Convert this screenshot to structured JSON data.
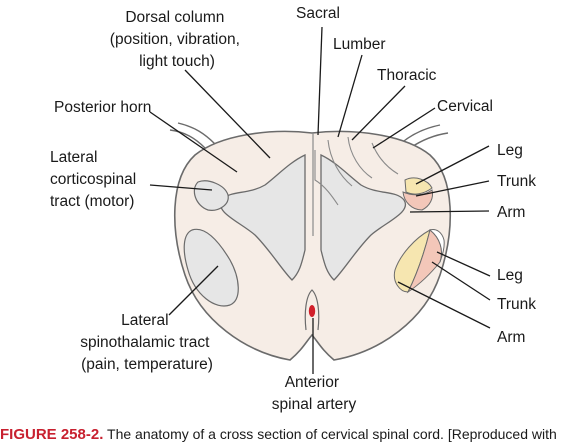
{
  "labels": {
    "dorsal_column": [
      "Dorsal column",
      "(position, vibration,",
      "light touch)"
    ],
    "sacral": "Sacral",
    "lumber": "Lumber",
    "thoracic": "Thoracic",
    "cervical": "Cervical",
    "posterior_horn": "Posterior horn",
    "lateral_corticospinal": [
      "Lateral",
      "corticospinal",
      "tract (motor)"
    ],
    "upper_leg": "Leg",
    "upper_trunk": "Trunk",
    "upper_arm": "Arm",
    "lower_leg": "Leg",
    "lower_trunk": "Trunk",
    "lower_arm": "Arm",
    "lateral_spinothalamic": [
      "Lateral",
      "spinothalamic tract",
      "(pain, temperature)"
    ],
    "anterior_spinal_artery": [
      "Anterior",
      "spinal artery"
    ]
  },
  "caption": {
    "figure": "FIGURE 258-2.",
    "text": "The anatomy of a cross section of cervical spinal cord. [Reproduced with"
  },
  "colors": {
    "cord_fill": "#f6ede6",
    "outline": "#6b6b6b",
    "gray_matter": "#e6e6e6",
    "tract_pale": "#f6e6b0",
    "tract_pink": "#f3c7b9",
    "artery": "#d11f2a",
    "caption_red": "#c8202f"
  }
}
